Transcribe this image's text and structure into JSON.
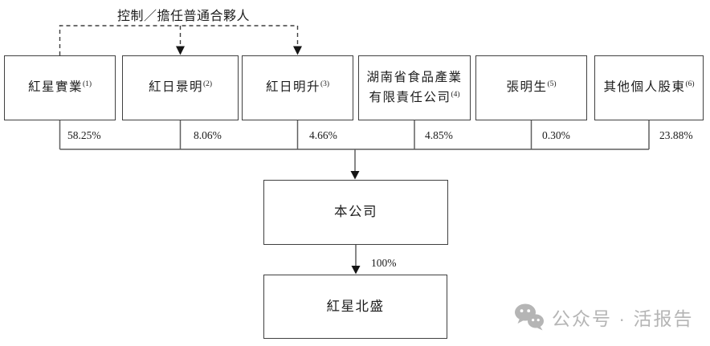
{
  "diagram": {
    "control_label": "控制／擔任普通合夥人",
    "shareholders": [
      {
        "name": "紅星實業",
        "note": "(1)",
        "percent": "58.25%"
      },
      {
        "name": "紅日景明",
        "note": "(2)",
        "percent": "8.06%"
      },
      {
        "name": "紅日明升",
        "note": "(3)",
        "percent": "4.66%"
      },
      {
        "name": "湖南省食品產業有限責任公司",
        "note": "(4)",
        "percent": "4.85%"
      },
      {
        "name": "張明生",
        "note": "(5)",
        "percent": "0.30%"
      },
      {
        "name": "其他個人股東",
        "note": "(6)",
        "percent": "23.88%"
      }
    ],
    "company": {
      "name": "本公司"
    },
    "subsidiary": {
      "name": "紅星北盛",
      "ownership_label": "100%"
    },
    "colors": {
      "line": "#5f5f5f",
      "dashed_line": "#3f3f3f",
      "arrowhead": "#151515",
      "box_border": "#404040",
      "text": "#1c1c1c",
      "watermark": "#b5b5b5",
      "background": "#ffffff"
    }
  },
  "watermark": {
    "icon": "wechat-icon",
    "text": "公众号 · 活报告"
  }
}
